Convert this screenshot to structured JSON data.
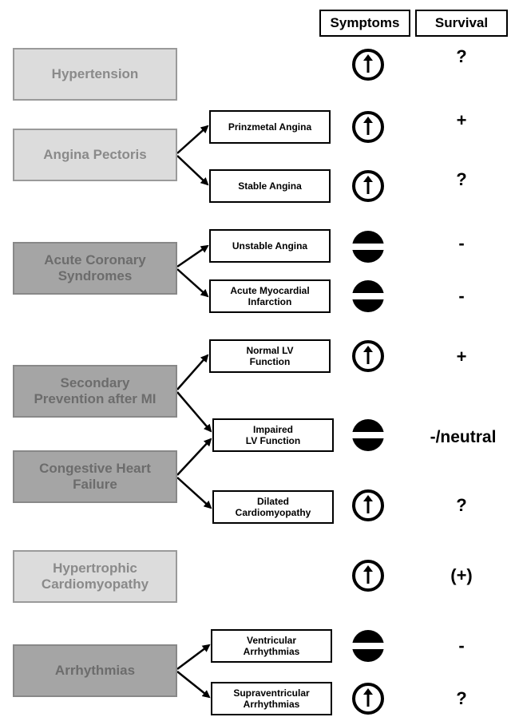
{
  "headers": {
    "symptoms": "Symptoms",
    "survival": "Survival"
  },
  "categories": {
    "hypertension": "Hypertension",
    "angina_pectoris": "Angina Pectoris",
    "acute_coronary": "Acute Coronary\nSyndromes",
    "secondary_prevention": "Secondary\nPrevention after MI",
    "chf": "Congestive Heart\nFailure",
    "hcm": "Hypertrophic\nCardiomyopathy",
    "arrhythmias": "Arrhythmias"
  },
  "subtypes": {
    "prinzmetal": "Prinzmetal Angina",
    "stable": "Stable Angina",
    "unstable": "Unstable Angina",
    "ami": "Acute Myocardial\nInfarction",
    "normal_lv": "Normal LV\nFunction",
    "impaired_lv": "Impaired\nLV Function",
    "dilated": "Dilated\nCardiomyopathy",
    "ventricular": "Ventricular\nArrhythmias",
    "supraventricular": "Supraventricular\nArrhythmias"
  },
  "rows": [
    {
      "symptom": "up-arrow-icon",
      "survival": "?"
    },
    {
      "symptom": "up-arrow-icon",
      "survival": "+"
    },
    {
      "symptom": "up-arrow-icon",
      "survival": "?"
    },
    {
      "symptom": "no-entry-icon",
      "survival": "-"
    },
    {
      "symptom": "no-entry-icon",
      "survival": "-"
    },
    {
      "symptom": "up-arrow-icon",
      "survival": "+"
    },
    {
      "symptom": "no-entry-icon",
      "survival": "-/neutral"
    },
    {
      "symptom": "up-arrow-icon",
      "survival": "?"
    },
    {
      "symptom": "up-arrow-icon",
      "survival": "(+)"
    },
    {
      "symptom": "no-entry-icon",
      "survival": "-"
    },
    {
      "symptom": "up-arrow-icon",
      "survival": "?"
    }
  ]
}
